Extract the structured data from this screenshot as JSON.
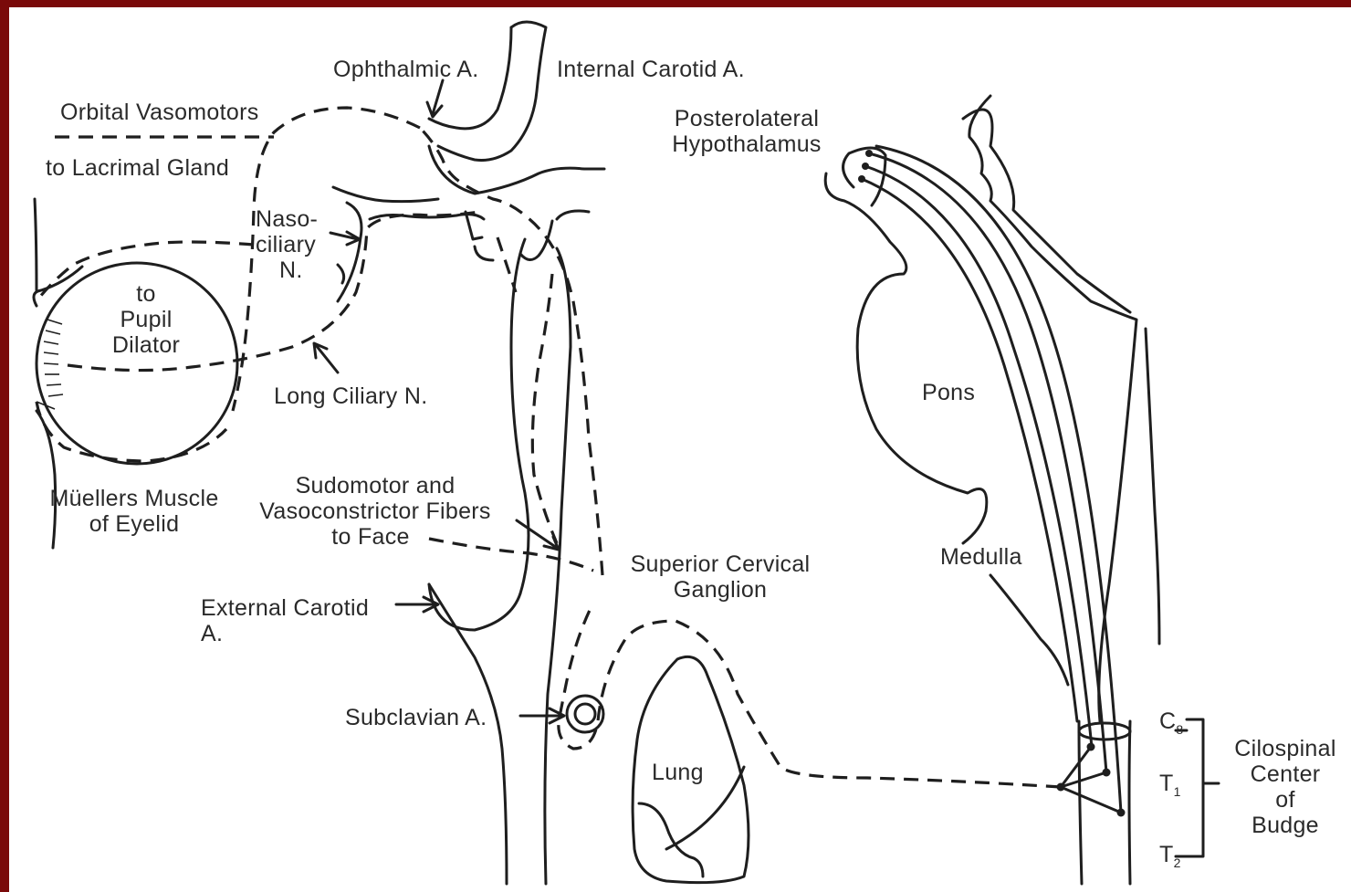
{
  "colors": {
    "frame": "#7a0a0a",
    "background": "#ffffff",
    "ink": "#1e1e1e"
  },
  "labels": {
    "ophthalmic": "Ophthalmic A.",
    "internal_carotid": "Internal Carotid A.",
    "orbital_vasomotors": "Orbital Vasomotors",
    "lacrimal": "to Lacrimal Gland",
    "nasociliary": [
      "Naso-",
      "ciliary",
      "N."
    ],
    "pupil": [
      "to",
      "Pupil",
      "Dilator"
    ],
    "long_ciliary": "Long Ciliary N.",
    "muellers": [
      "Müellers Muscle",
      "of Eyelid"
    ],
    "sudomotor": [
      "Sudomotor and",
      "Vasoconstrictor Fibers",
      "to Face"
    ],
    "superior_cervical": [
      "Superior Cervical",
      "Ganglion"
    ],
    "external_carotid": [
      "External Carotid",
      "A."
    ],
    "subclavian": "Subclavian A.",
    "lung": "Lung",
    "hypothalamus": [
      "Posterolateral",
      "Hypothalamus"
    ],
    "pons": "Pons",
    "medulla": "Medulla",
    "segments": {
      "c8": "C",
      "c8_sub": "8",
      "t1": "T",
      "t1_sub": "1",
      "t2": "T",
      "t2_sub": "2"
    },
    "ciliospinal": [
      "Cilospinal",
      "Center",
      "of",
      "Budge"
    ]
  }
}
